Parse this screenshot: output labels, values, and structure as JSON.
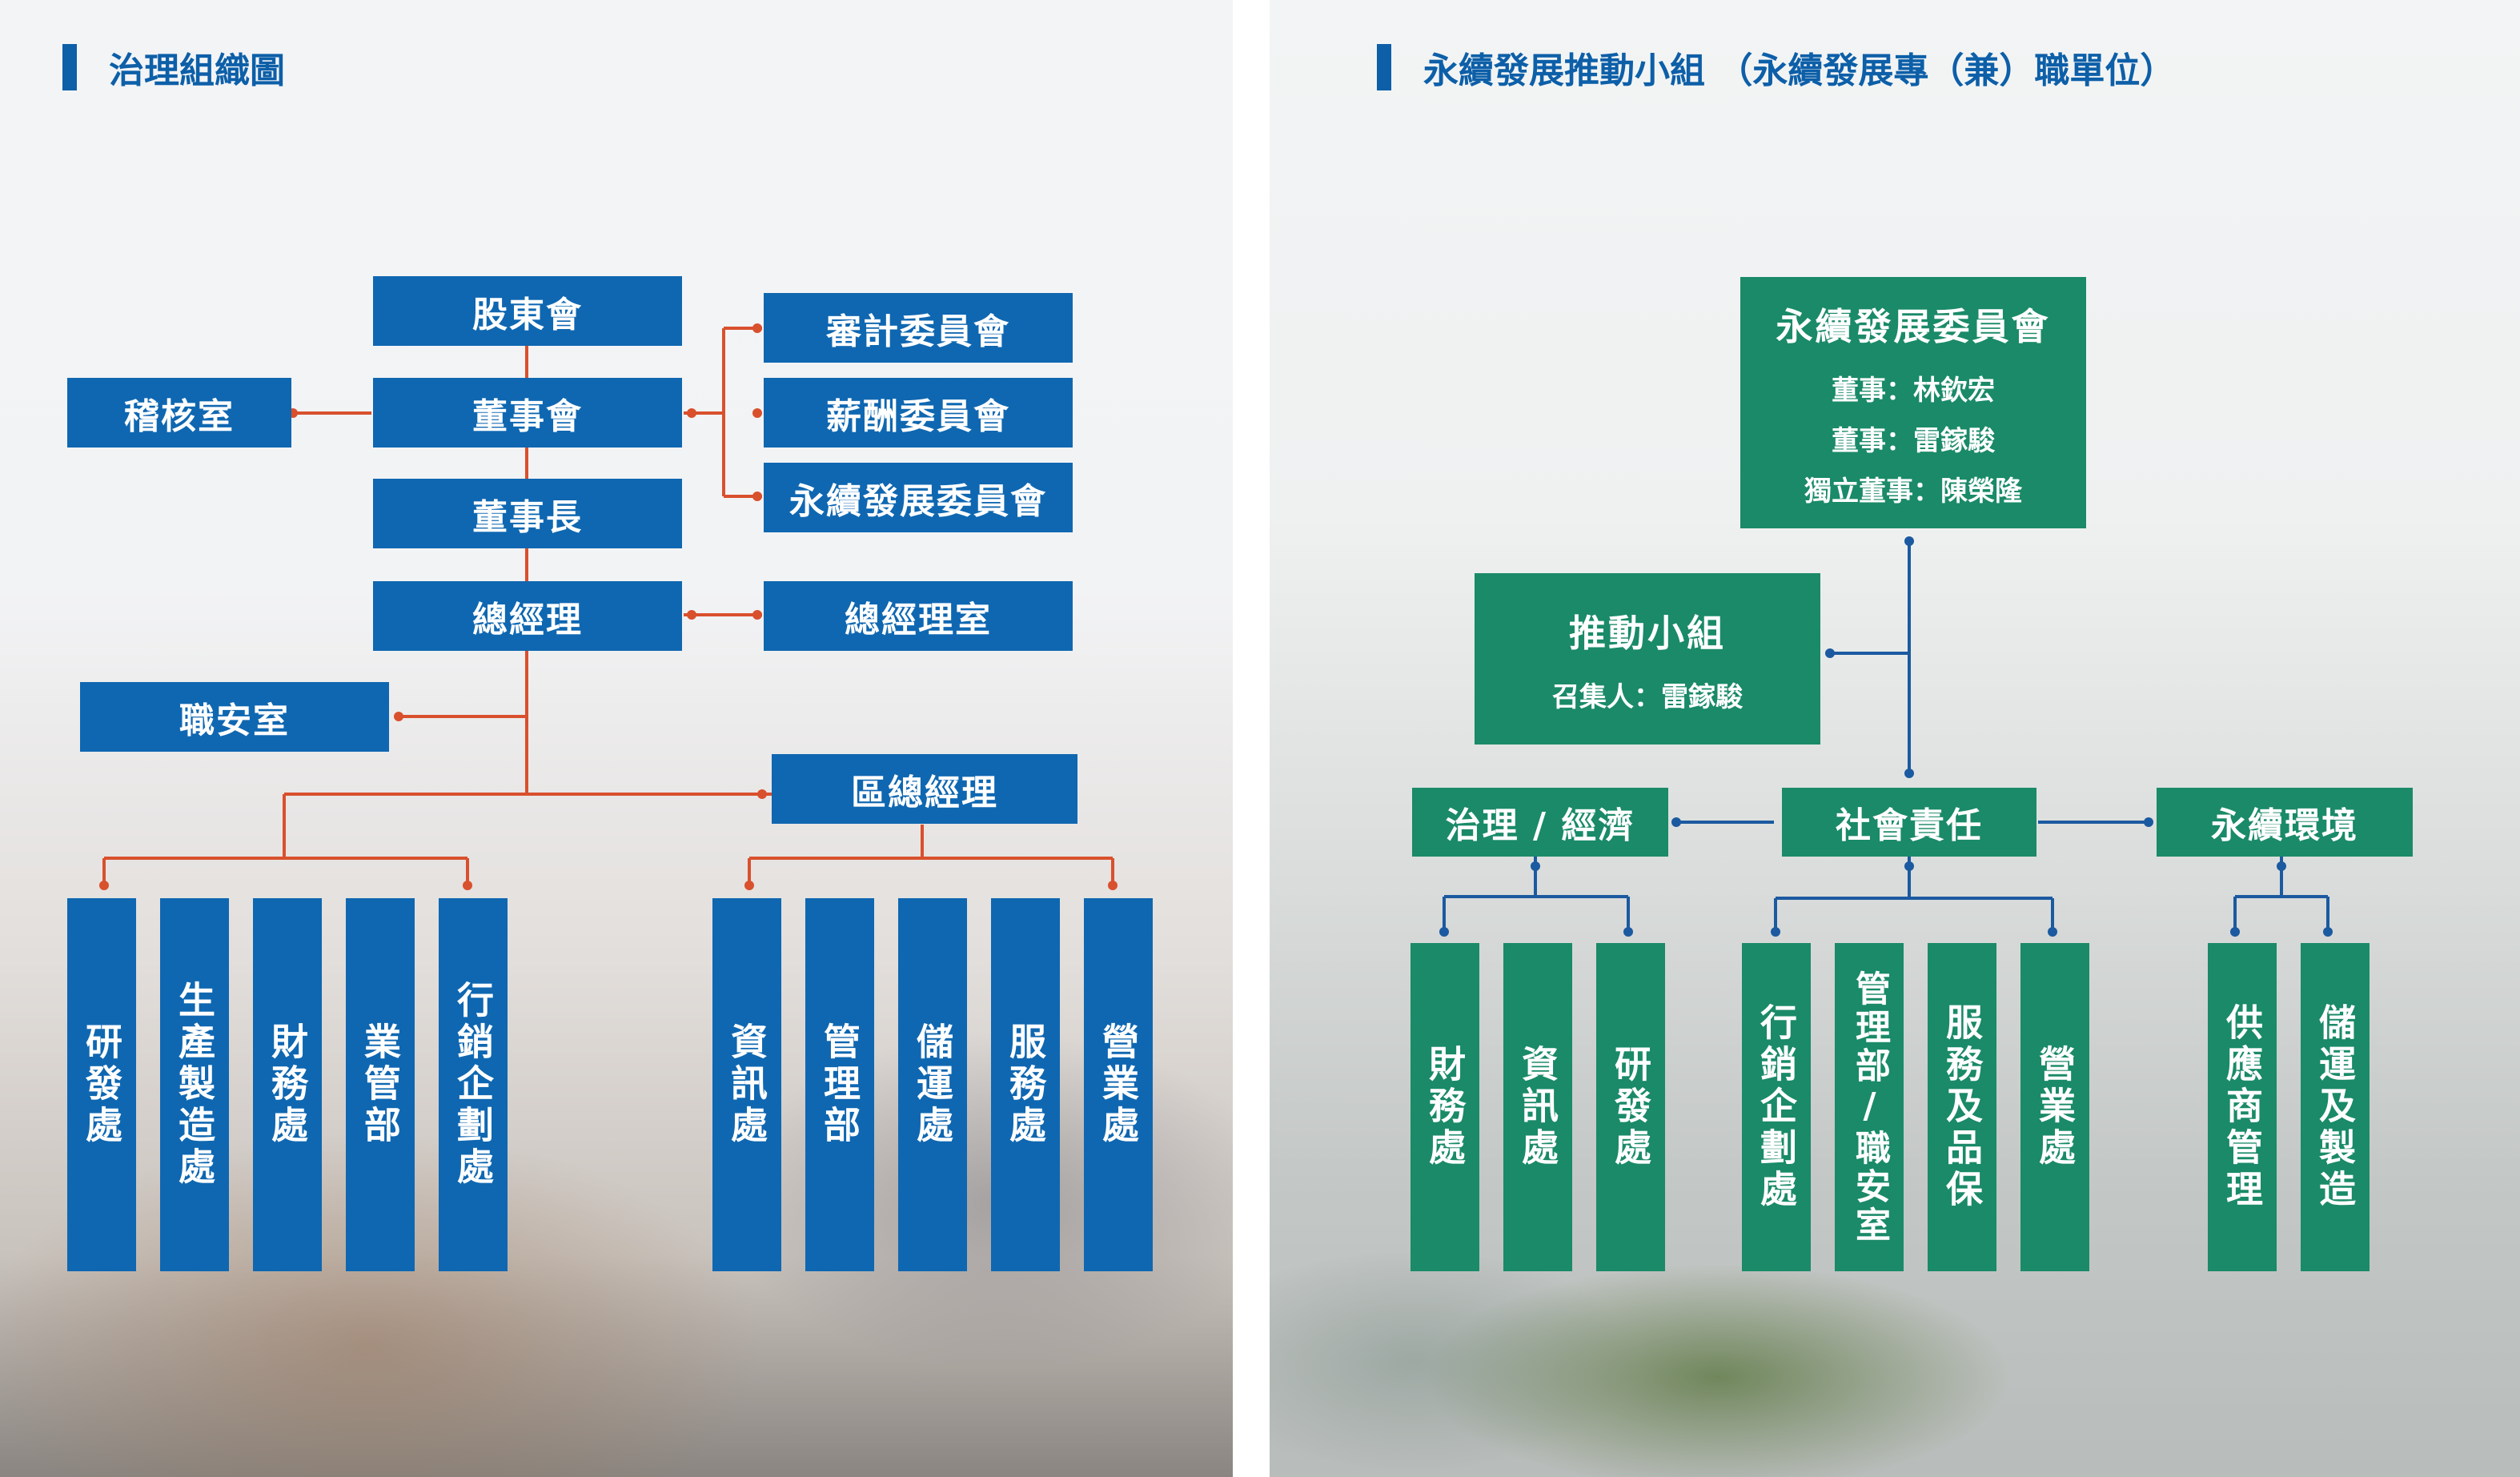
{
  "colors": {
    "left_box": "#0f67b1",
    "left_line": "#d9502d",
    "right_box": "#1a8a68",
    "right_line": "#1b5aa0",
    "title": "#0d5fa8"
  },
  "left": {
    "title": "治理組織圖",
    "shareholders": "股東會",
    "board": "董事會",
    "audit_office": "稽核室",
    "audit_committee": "審計委員會",
    "compensation_committee": "薪酬委員會",
    "sustainability_committee": "永續發展委員會",
    "chairman": "董事長",
    "president": "總經理",
    "president_office": "總經理室",
    "safety_office": "職安室",
    "regional_manager": "區總經理",
    "group_a": [
      "研發處",
      "生產製造處",
      "財務處",
      "業管部",
      "行銷企劃處"
    ],
    "group_b": [
      "資訊處",
      "管理部",
      "儲運處",
      "服務處",
      "營業處"
    ]
  },
  "right": {
    "title": "永續發展推動小組 （永續發展專（兼）職單位）",
    "committee": {
      "title": "永續發展委員會",
      "members": [
        "董事：林欽宏",
        "董事：雷鎵駿",
        "獨立董事：陳榮隆"
      ]
    },
    "task_force": {
      "title": "推動小組",
      "convener": "召集人：雷鎵駿"
    },
    "governance": "治理 / 經濟",
    "social": "社會責任",
    "environment": "永續環境",
    "governance_units": [
      "財務處",
      "資訊處",
      "研發處"
    ],
    "social_units": [
      "行銷企劃處",
      "管理部/職安室",
      "服務及品保",
      "營業處"
    ],
    "environment_units": [
      "供應商管理",
      "儲運及製造"
    ]
  }
}
